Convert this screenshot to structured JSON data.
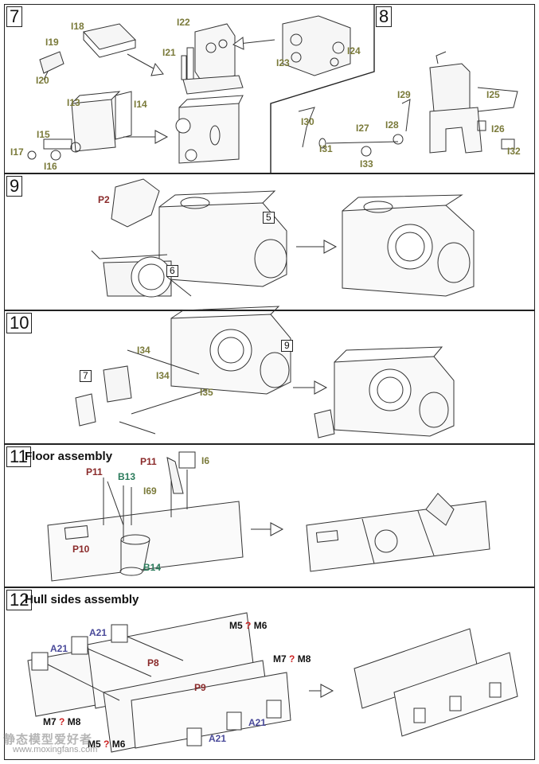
{
  "steps": {
    "s7": {
      "num": "7"
    },
    "s8": {
      "num": "8"
    },
    "s9": {
      "num": "9"
    },
    "s10": {
      "num": "10"
    },
    "s11": {
      "num": "11",
      "title": "Floor assembly"
    },
    "s12": {
      "num": "12",
      "title": "Hull sides assembly"
    }
  },
  "labels": {
    "I18": "I18",
    "I19": "I19",
    "I20": "I20",
    "I22": "I22",
    "I21": "I21",
    "I23": "I23",
    "I24": "I24",
    "I13": "I13",
    "I14": "I14",
    "I15": "I15",
    "I17": "I17",
    "I16": "I16",
    "I30": "I30",
    "I29": "I29",
    "I25": "I25",
    "I27": "I27",
    "I28": "I28",
    "I26": "I26",
    "I31": "I31",
    "I33": "I33",
    "I32": "I32",
    "P2": "P2",
    "ref5": "5",
    "ref6": "6",
    "I34a": "I34",
    "I34b": "I34",
    "I35": "I35",
    "ref9": "9",
    "ref7": "7",
    "P11a": "P11",
    "P11b": "P11",
    "B13": "B13",
    "I6": "I6",
    "I69": "I69",
    "P10": "P10",
    "B14": "B14",
    "A21a": "A21",
    "A21b": "A21",
    "A21c": "A21",
    "A21d": "A21",
    "P8": "P8",
    "P9": "P9",
    "M5M6a": {
      "left": "M5",
      "q": "?",
      "right": "M6"
    },
    "M7M8a": {
      "left": "M7",
      "q": "?",
      "right": "M8"
    },
    "M7M8b": {
      "left": "M7",
      "q": "?",
      "right": "M8"
    },
    "M5M6b": {
      "left": "M5",
      "q": "?",
      "right": "M6"
    }
  },
  "watermark": {
    "brand": "静态模型爱好者",
    "url": "www.moxingfans.com"
  },
  "colors": {
    "olive": "#7a7a3a",
    "maroon": "#8a2a2a",
    "blue": "#4a4a9a",
    "green": "#2a7a5a",
    "question": "#cc2222"
  }
}
